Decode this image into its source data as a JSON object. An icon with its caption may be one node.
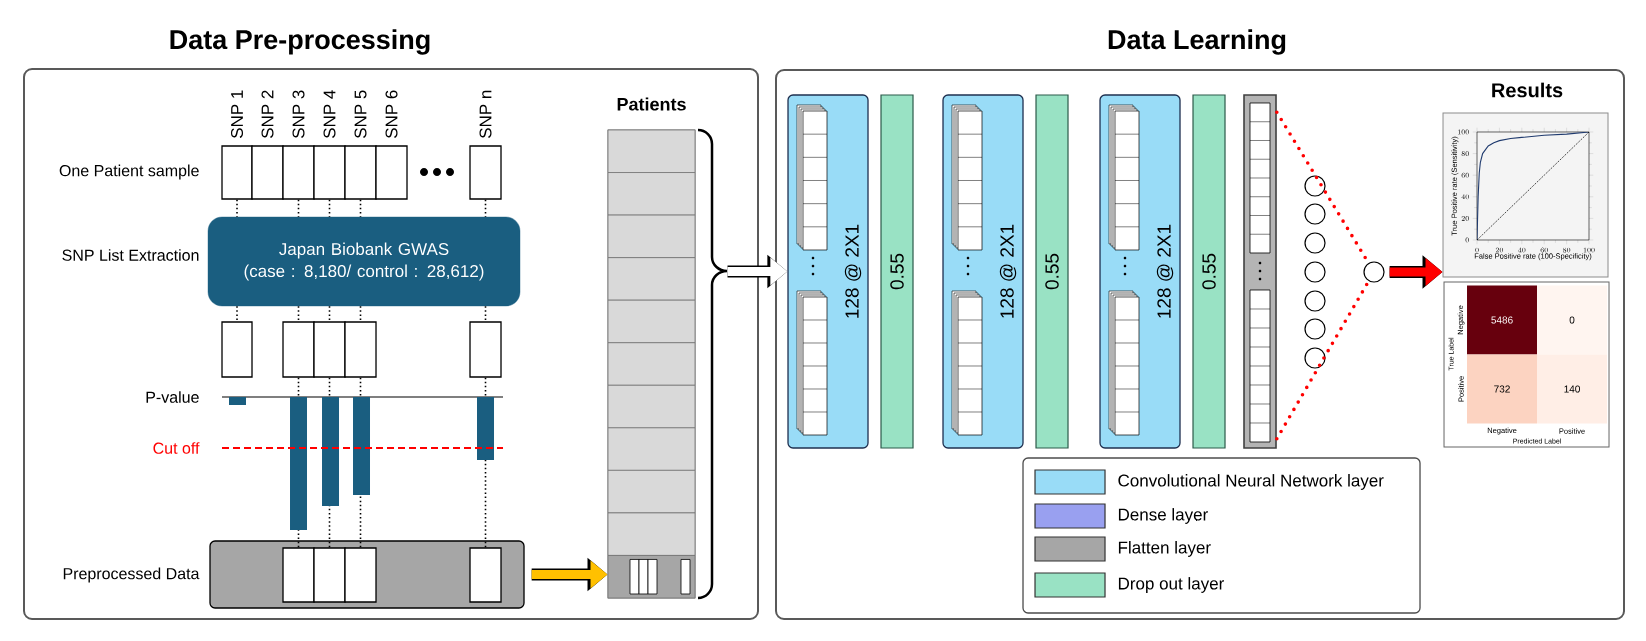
{
  "diagram": {
    "nodes": [
      {
        "text": [
          "Data Pre-processing"
        ]
      },
      {
        "text": [
          "Data Learning"
        ]
      },
      {
        "text": [
          "SNP 1"
        ],
        "in": 0
      },
      {
        "text": [
          "SNP 2"
        ],
        "in": 0
      },
      {
        "text": [
          "SNP 3"
        ],
        "in": 0
      },
      {
        "text": [
          "SNP 4"
        ],
        "in": 0
      },
      {
        "text": [
          "SNP 5"
        ],
        "in": 0
      },
      {
        "text": [
          "SNP 6"
        ],
        "in": 0
      },
      {
        "text": [
          "SNP n"
        ],
        "in": 0
      },
      {
        "text": [
          "Japan Biobank GWAS",
          "(case : 8,180/ control : 28,612)"
        ],
        "in": 0
      },
      {
        "text": [],
        "shape": "box",
        "in": 0
      },
      {
        "text": [],
        "shape": "box",
        "in": 0
      },
      {
        "text": [],
        "shape": "box",
        "in": 0
      },
      {
        "text": [],
        "shape": "box",
        "in": 0
      },
      {
        "text": [],
        "shape": "box",
        "in": 0
      },
      {
        "text": [],
        "shape": "bar",
        "in": 0
      },
      {
        "text": [],
        "shape": "box",
        "in": 15
      },
      {
        "text": [],
        "shape": "box",
        "in": 15
      },
      {
        "text": [],
        "shape": "box",
        "in": 15
      },
      {
        "text": [],
        "shape": "box",
        "in": 15
      },
      {
        "text": [
          "Patients"
        ],
        "in": 0
      },
      {
        "text": [
          "128 @ 2X1"
        ],
        "in": 1
      },
      {
        "text": [
          "0.55"
        ],
        "in": 1
      },
      {
        "text": [
          "128 @ 2X1"
        ],
        "in": 1
      },
      {
        "text": [
          "0.55"
        ],
        "in": 1
      },
      {
        "text": [
          "128 @ 2X1"
        ],
        "in": 1
      },
      {
        "text": [
          "0.55"
        ],
        "in": 1
      },
      {
        "text": [],
        "shape": "bar",
        "in": 1
      },
      {
        "text": [],
        "shape": "circle",
        "in": 1
      },
      {
        "text": [],
        "shape": "circle",
        "in": 1
      },
      {
        "text": [],
        "shape": "circle",
        "in": 1
      },
      {
        "text": [],
        "shape": "circle",
        "in": 1
      },
      {
        "text": [],
        "shape": "circle",
        "in": 1
      },
      {
        "text": [],
        "shape": "circle",
        "in": 1
      },
      {
        "text": [],
        "shape": "circle",
        "in": 1
      },
      {
        "text": [],
        "shape": "circle",
        "in": 1
      },
      {
        "text": [],
        "shape": "picture",
        "in": 1
      }
    ],
    "edges": [
      {
        "from": 2,
        "to": 9,
        "arrow": "none",
        "style": "dashed"
      },
      {
        "from": 4,
        "to": 9,
        "arrow": "none",
        "style": "dashed"
      },
      {
        "from": 5,
        "to": 9,
        "arrow": "none",
        "style": "dashed"
      },
      {
        "from": 6,
        "to": 9,
        "arrow": "none",
        "style": "dashed"
      },
      {
        "from": 8,
        "to": 9,
        "arrow": "none",
        "style": "dashed"
      },
      {
        "from": 9,
        "to": 10,
        "arrow": "none",
        "style": "dashed"
      },
      {
        "from": 9,
        "to": 11,
        "arrow": "none",
        "style": "dashed"
      },
      {
        "from": 9,
        "to": 12,
        "arrow": "none",
        "style": "dashed"
      },
      {
        "from": 9,
        "to": 13,
        "arrow": "none",
        "style": "dashed"
      },
      {
        "from": 9,
        "to": 14,
        "arrow": "none",
        "style": "dashed"
      },
      {
        "from": 11,
        "to": 16,
        "arrow": "none",
        "style": "dashed"
      },
      {
        "from": 12,
        "to": 17,
        "arrow": "none",
        "style": "dashed"
      },
      {
        "from": 13,
        "to": 18,
        "arrow": "none",
        "style": "dashed"
      },
      {
        "from": 14,
        "to": 19,
        "arrow": "none",
        "style": "dashed"
      },
      {
        "from": 15,
        "to": 20,
        "arrow": "to",
        "style": "thick",
        "color": "#ffc000"
      },
      {
        "from": 20,
        "to": 21,
        "arrow": "to",
        "style": "thick",
        "color": "#ffffff"
      },
      {
        "from": 27,
        "to": 35,
        "arrow": "none",
        "style": "dashed",
        "color": "#ff0000"
      },
      {
        "from": 27,
        "to": 35,
        "arrow": "none",
        "style": "dashed",
        "color": "#ff0000"
      },
      {
        "from": 35,
        "to": 36,
        "arrow": "to",
        "style": "thick",
        "color": "#ff0000"
      }
    ],
    "labels": [
      "One Patient sample",
      "SNP List Extraction",
      "P-value",
      "Cut off",
      "Preprocessed Data",
      "Results",
      "Negative",
      "5486",
      "0",
      "Positive",
      "732",
      "140",
      "Negative",
      "Positive",
      "True Label",
      "Predicted Label"
    ],
    "legend": [
      {
        "text": "Convolutional Neural Network layer",
        "color": "#99dcf7"
      },
      {
        "text": "Dense layer",
        "color": "#99a0f0"
      },
      {
        "text": "Flatten layer",
        "color": "#a6a6a6"
      },
      {
        "text": "Drop out layer",
        "color": "#99e2c4"
      }
    ],
    "chart_data": {
      "type": "line",
      "xlabel": "False Positive rate (100-Specificity)",
      "ylabel": "True Positive rate (Sensitivity)",
      "x": [
        0,
        1,
        2,
        3,
        5,
        10,
        15,
        20,
        30,
        40,
        60,
        80,
        100
      ],
      "xlim": [
        0,
        100
      ],
      "ylim": [
        0,
        100
      ],
      "xticks": [
        0,
        20,
        40,
        60,
        80,
        100
      ],
      "yticks": [
        0,
        20,
        40,
        60,
        80,
        100
      ],
      "series": [
        {
          "color": "#1f3a6e",
          "values": [
            0,
            40,
            62,
            72,
            80,
            87,
            90,
            92,
            94,
            95,
            97,
            98,
            100
          ]
        },
        {
          "color": "#000000",
          "line_style": "dashed",
          "values": [
            0,
            1,
            2,
            3,
            5,
            10,
            15,
            20,
            30,
            40,
            60,
            80,
            100
          ]
        }
      ]
    }
  }
}
